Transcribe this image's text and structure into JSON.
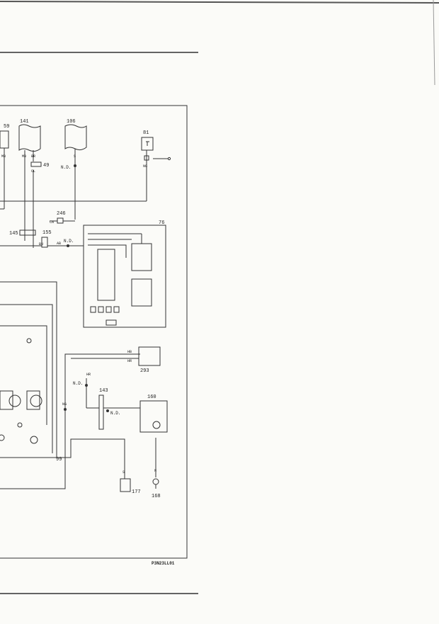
{
  "labels": {
    "c59": "59",
    "c141": "141",
    "c106": "106",
    "c81": "81",
    "c49": "49",
    "c246": "246",
    "c145": "145",
    "c155": "155",
    "c76": "76",
    "c293": "293",
    "c143": "143",
    "c160": "160",
    "c99": "99",
    "c177": "177",
    "c168": "168",
    "nd1": "N.D.",
    "nd2": "N.D.",
    "nd3": "N.D.",
    "nd4": "N.D.",
    "code": "P3N23LL01"
  },
  "wires": {
    "MB": "MB",
    "BR": "BR",
    "CL": "CL",
    "S": "S",
    "NG": "NG",
    "CN": "CN",
    "AB": "AB",
    "BU": "BU",
    "HB": "HB",
    "HR": "HR",
    "N": "N"
  }
}
